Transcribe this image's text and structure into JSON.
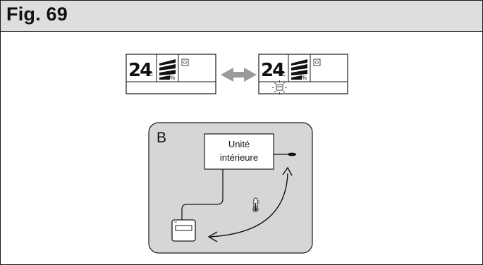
{
  "figure": {
    "title": "Fig. 69"
  },
  "display_left": {
    "temperature": "24",
    "unit": "°C"
  },
  "display_right": {
    "temperature": "24",
    "unit": "°C"
  },
  "diagram": {
    "panel_label": "B",
    "indoor_unit_line1": "Unité",
    "indoor_unit_line2": "intérieure"
  },
  "colors": {
    "header_bg": "#dedede",
    "panel_bg": "#d6d6d6",
    "arrow": "#9a9a9a",
    "line": "#1a1a1a"
  },
  "icons": [
    "fan-speed-icon",
    "mode-icon",
    "double-arrow-icon",
    "remote-sensor-icon",
    "thermometer-icon",
    "wired-remote-icon",
    "temperature-sensor-icon"
  ]
}
